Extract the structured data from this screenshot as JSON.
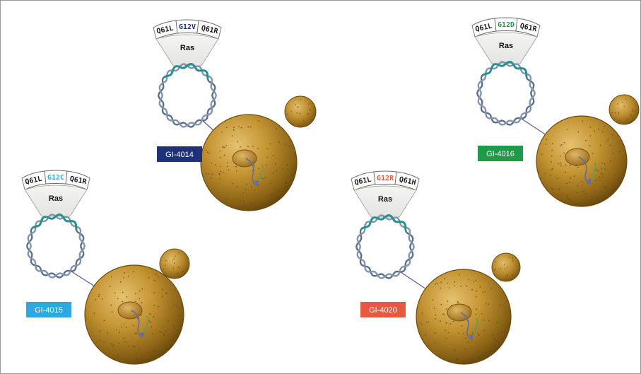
{
  "constructs": [
    {
      "id": "gi4014",
      "label": "GI-4014",
      "label_color": "#1f3277",
      "gene": "Ras",
      "mutations": [
        {
          "text": "Q61L",
          "color": "#1a1a1a"
        },
        {
          "text": "G12V",
          "color": "#1f3277"
        },
        {
          "text": "Q61R",
          "color": "#1a1a1a"
        }
      ]
    },
    {
      "id": "gi4016",
      "label": "GI-4016",
      "label_color": "#1f9a4a",
      "gene": "Ras",
      "mutations": [
        {
          "text": "Q61L",
          "color": "#1a1a1a"
        },
        {
          "text": "G12D",
          "color": "#1f9a4a"
        },
        {
          "text": "Q61R",
          "color": "#1a1a1a"
        }
      ]
    },
    {
      "id": "gi4015",
      "label": "GI-4015",
      "label_color": "#2ea8e0",
      "gene": "Ras",
      "mutations": [
        {
          "text": "Q61L",
          "color": "#1a1a1a"
        },
        {
          "text": "G12C",
          "color": "#2ea8e0"
        },
        {
          "text": "Q61R",
          "color": "#1a1a1a"
        }
      ]
    },
    {
      "id": "gi4020",
      "label": "GI-4020",
      "label_color": "#e85a40",
      "gene": "Ras",
      "mutations": [
        {
          "text": "Q61L",
          "color": "#1a1a1a"
        },
        {
          "text": "G12R",
          "color": "#e85a40"
        },
        {
          "text": "Q61H",
          "color": "#1a1a1a"
        }
      ]
    }
  ]
}
